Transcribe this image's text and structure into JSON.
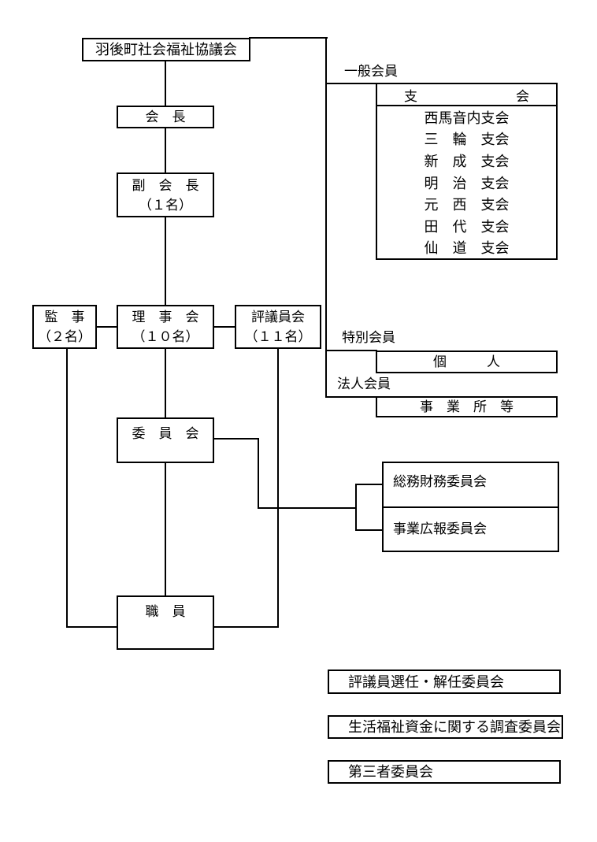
{
  "page": {
    "background": "#ffffff",
    "line_color": "#000000",
    "text_color": "#000000"
  },
  "org": {
    "root": {
      "label": "羽後町社会福祉協議会"
    },
    "chairman": {
      "label": "会　長"
    },
    "vice_chairman": {
      "label": "副　会　長",
      "count": "（１名）"
    },
    "auditor": {
      "label": "監　事",
      "count": "（２名）"
    },
    "board": {
      "label": "理　事　会",
      "count": "（１０名）"
    },
    "council": {
      "label": "評議員会",
      "count": "（１１名）"
    },
    "committee": {
      "label": "委　員　会"
    },
    "staff": {
      "label": "職　員"
    }
  },
  "membership": {
    "general": {
      "label": "一般会員",
      "table_header": {
        "left": "支",
        "right": "会"
      },
      "branches": [
        "西馬音内支会",
        "三　輪　支会",
        "新　成　支会",
        "明　治　支会",
        "元　西　支会",
        "田　代　支会",
        "仙　道　支会"
      ]
    },
    "special": {
      "label": "特別会員",
      "box_label": "個　　　人"
    },
    "corporate": {
      "label": "法人会員",
      "box_label": "事　業　所　等"
    }
  },
  "committees": {
    "general_affairs_finance": {
      "label": "総務財務委員会"
    },
    "business_pr": {
      "label": "事業広報委員会"
    }
  },
  "standalone_committees": [
    {
      "label": "評議員選任・解任委員会"
    },
    {
      "label": "生活福祉資金に関する調査委員会"
    },
    {
      "label": "第三者委員会"
    }
  ]
}
